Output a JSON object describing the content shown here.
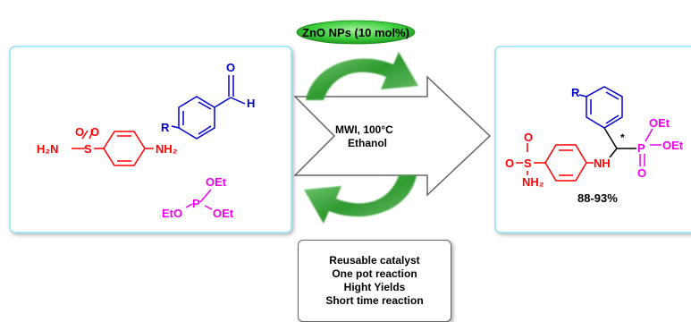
{
  "catalyst_label": "ZnO NPs (10 mol%)",
  "conditions": {
    "line1": "MWI, 100°C",
    "line2": "Ethanol"
  },
  "reactants": {
    "aldehyde": {
      "r_group": "R",
      "o": "O",
      "h": "H"
    },
    "sulfonamide": {
      "h2n": "H₂N",
      "s": "S",
      "o_top": "O",
      "o_top2": "O",
      "nh2": "NH₂"
    },
    "phosphite": {
      "oet_top": "OEt",
      "p": "P",
      "eto": "EtO",
      "oet_right": "OEt"
    }
  },
  "product": {
    "r_group": "R",
    "stereo_mark": "*",
    "o_s": "O",
    "s": "S",
    "o_top": "O",
    "nh2": "NH₂",
    "nh": "NH",
    "p": "P",
    "oet_top": "OEt",
    "oet_right": "OEt",
    "o_p": "O"
  },
  "yield": "88-93%",
  "features": [
    "Reusable catalyst",
    "One pot reaction",
    "Hight Yields",
    "Short time reaction"
  ],
  "colors": {
    "panel_border": "#8fe3ef",
    "red": "#ff0000",
    "blue": "#0000cc",
    "magenta": "#ee00ee",
    "green": "#3ea33e"
  }
}
